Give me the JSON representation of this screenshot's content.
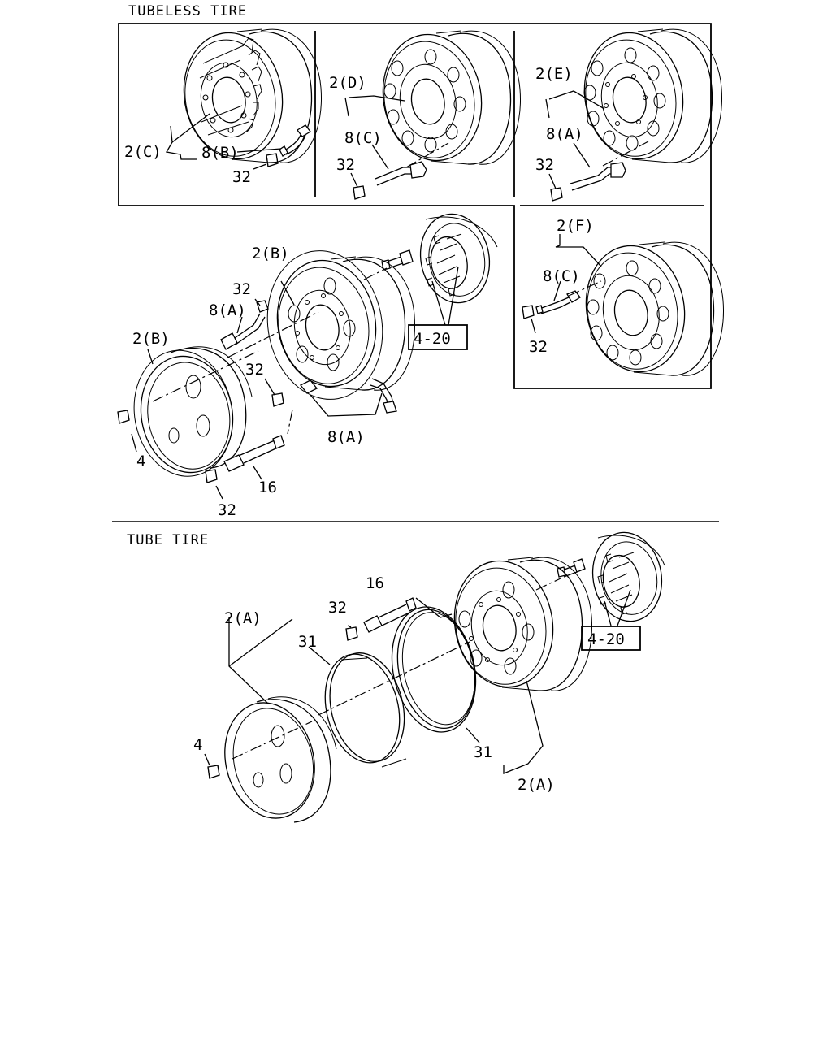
{
  "sections": {
    "tubeless": "TUBELESS TIRE",
    "tube": "TUBE TIRE"
  },
  "labels": {
    "p1_wheel": "2(C)",
    "p1_valve": "8(B)",
    "p1_cap": "32",
    "p2_wheel": "2(D)",
    "p2_valve": "8(C)",
    "p2_cap": "32",
    "p3_wheel": "2(E)",
    "p3_valve": "8(A)",
    "p3_cap": "32",
    "p4_wheel": "2(F)",
    "p4_valve": "8(C)",
    "p4_cap": "32",
    "dual_inner_wheel": "2(B)",
    "dual_outer_wheel": "2(B)",
    "dual_cap_top": "32",
    "dual_valve_top": "8(A)",
    "dual_cap_mid": "32",
    "dual_valve_bottom": "8(A)",
    "dual_nut": "4",
    "dual_extension": "16",
    "dual_cap_bottom": "32",
    "dual_ref": "4-20",
    "tube_extension": "16",
    "tube_cap": "32",
    "tube_wheel_outer": "2(A)",
    "tube_ring_outer": "31",
    "tube_nut": "4",
    "tube_ring_inner": "31",
    "tube_wheel_inner": "2(A)",
    "tube_ref": "4-20"
  }
}
